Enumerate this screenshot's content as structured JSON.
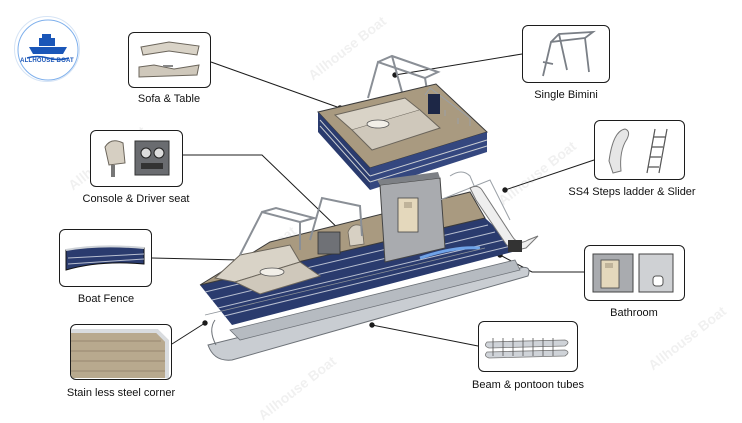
{
  "logo": {
    "text": "ALLHOUSE BOAT",
    "color": "#1a56b8"
  },
  "watermark_text": "Allhouse Boat",
  "callouts": [
    {
      "id": "sofa-table",
      "label": "Sofa & Table",
      "icon": "sofa-table-image"
    },
    {
      "id": "single-bimini",
      "label": "Single Bimini",
      "icon": "bimini-frame-image"
    },
    {
      "id": "console-driver-seat",
      "label": "Console & Driver seat",
      "icon": "console-seat-image"
    },
    {
      "id": "steps-ladder-slider",
      "label": "SS4 Steps ladder & Slider",
      "icon": "ladder-slider-image"
    },
    {
      "id": "boat-fence",
      "label": "Boat Fence",
      "icon": "fence-image"
    },
    {
      "id": "bathroom",
      "label": "Bathroom",
      "icon": "bathroom-image"
    },
    {
      "id": "stainless-corner",
      "label": "Stain less steel corner",
      "icon": "corner-image"
    },
    {
      "id": "beam-pontoon",
      "label": "Beam & pontoon tubes",
      "icon": "pontoon-frame-image"
    }
  ],
  "colors": {
    "deck": "#a99a80",
    "hull_blue": "#2a3b6e",
    "tube": "#c9cdd2",
    "outline": "#1c1c1c"
  }
}
